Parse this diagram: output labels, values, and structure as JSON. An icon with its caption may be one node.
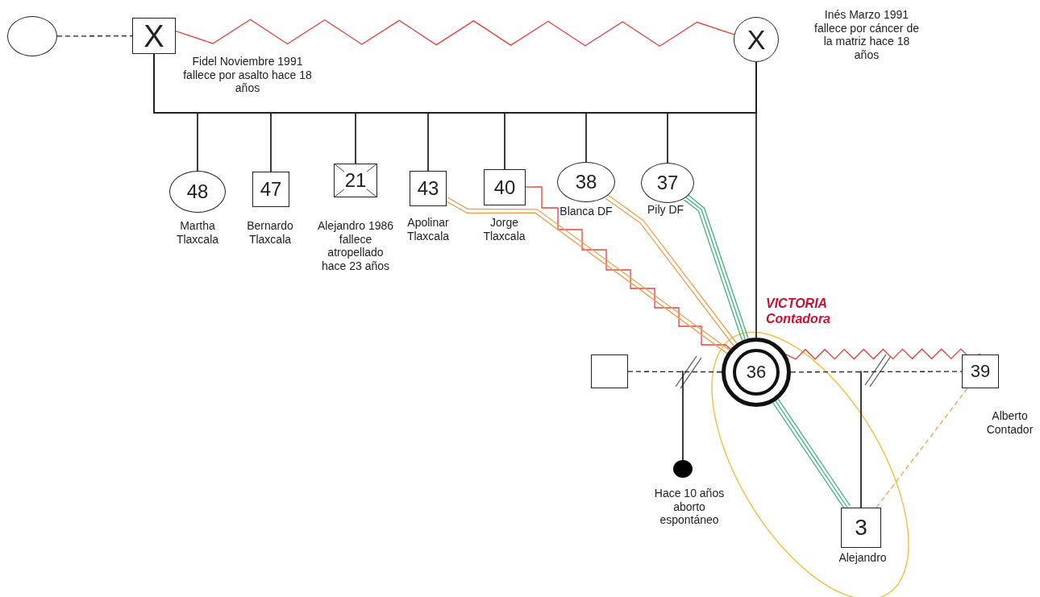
{
  "diagram": {
    "nodes": [
      {
        "text": [],
        "shape": "circle"
      },
      {
        "text": [
          "X"
        ],
        "beside": [
          "Fidel Noviembre 1991 fallece por asalto hace 18 años"
        ]
      },
      {
        "text": [
          "X"
        ],
        "beside": [
          "Inés Marzo 1991 fallece por cáncer de la matriz hace 18 años"
        ]
      },
      {
        "text": [
          "48"
        ],
        "beside": [
          "Martha Tlaxcala"
        ]
      },
      {
        "text": [
          "47"
        ],
        "beside": [
          "Bernardo Tlaxcala"
        ]
      },
      {
        "text": [
          "21"
        ],
        "beside": [
          "Alejandro 1986 fallece atropellado hace 23 años"
        ]
      },
      {
        "text": [
          "43"
        ],
        "beside": [
          "Apolinar Tlaxcala"
        ]
      },
      {
        "text": [
          "40"
        ],
        "beside": [
          "Jorge Tlaxcala"
        ]
      },
      {
        "text": [
          "38"
        ],
        "beside": [
          "Blanca DF"
        ]
      },
      {
        "text": [
          "37"
        ],
        "beside": [
          "Pily DF"
        ]
      },
      {
        "text": [],
        "shape": "box"
      },
      {
        "text": [
          "36"
        ],
        "beside": [
          "VICTORIA Contadora"
        ]
      },
      {
        "text": [
          "39"
        ],
        "beside": [
          "Alberto Contador"
        ]
      },
      {
        "text": [],
        "shape": "circle",
        "beside": [
          "Hace 10 años aborto espontáneo"
        ]
      },
      {
        "text": [
          "3"
        ],
        "beside": [
          "Alejandro"
        ]
      }
    ],
    "edges": [
      {
        "from": 0,
        "to": 1,
        "arrow": "none",
        "style": "dashed"
      },
      {
        "from": 1,
        "to": 2,
        "arrow": "none",
        "color": "#e8413c"
      },
      {
        "from": 1,
        "to": 3,
        "arrow": "none"
      },
      {
        "from": 1,
        "to": 4,
        "arrow": "none"
      },
      {
        "from": 1,
        "to": 5,
        "arrow": "none"
      },
      {
        "from": 1,
        "to": 6,
        "arrow": "none"
      },
      {
        "from": 1,
        "to": 7,
        "arrow": "none"
      },
      {
        "from": 1,
        "to": 8,
        "arrow": "none"
      },
      {
        "from": 1,
        "to": 9,
        "arrow": "none"
      },
      {
        "from": 1,
        "to": 11,
        "arrow": "none"
      },
      {
        "from": 2,
        "to": 3,
        "arrow": "none"
      },
      {
        "from": 2,
        "to": 4,
        "arrow": "none"
      },
      {
        "from": 2,
        "to": 5,
        "arrow": "none"
      },
      {
        "from": 2,
        "to": 6,
        "arrow": "none"
      },
      {
        "from": 2,
        "to": 7,
        "arrow": "none"
      },
      {
        "from": 2,
        "to": 8,
        "arrow": "none"
      },
      {
        "from": 2,
        "to": 9,
        "arrow": "none"
      },
      {
        "from": 2,
        "to": 11,
        "arrow": "none"
      },
      {
        "from": 7,
        "to": 11,
        "arrow": "none",
        "color": "#e8413c"
      },
      {
        "from": 6,
        "to": 11,
        "arrow": "none",
        "color": "#f0a050"
      },
      {
        "from": 8,
        "to": 11,
        "arrow": "none",
        "color": "#f0a050"
      },
      {
        "from": 9,
        "to": 11,
        "arrow": "none",
        "color": "#3cb878"
      },
      {
        "from": 10,
        "to": 11,
        "arrow": "none",
        "style": "dashed"
      },
      {
        "from": 10,
        "to": 13,
        "arrow": "none"
      },
      {
        "from": 11,
        "to": 13,
        "arrow": "none"
      },
      {
        "from": 11,
        "to": 12,
        "arrow": "none",
        "style": "dashed"
      },
      {
        "from": 11,
        "to": 12,
        "arrow": "none",
        "color": "#e8413c"
      },
      {
        "from": 11,
        "to": 14,
        "arrow": "none"
      },
      {
        "from": 12,
        "to": 14,
        "arrow": "none"
      },
      {
        "from": 12,
        "to": 14,
        "arrow": "none",
        "style": "dashed",
        "color": "#f0a050"
      },
      {
        "from": 11,
        "to": 14,
        "arrow": "none",
        "color": "#3cb878"
      }
    ]
  }
}
